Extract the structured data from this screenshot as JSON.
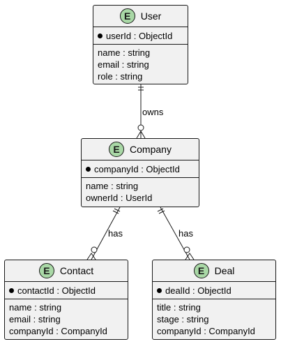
{
  "badge_letter": "E",
  "colors": {
    "entity_fill": "#f1f1f1",
    "badge_fill": "#a9d8a6",
    "border": "#181818"
  },
  "entities": {
    "user": {
      "name": "User",
      "key": "userId : ObjectId",
      "fields": [
        "name : string",
        "email : string",
        "role : string"
      ]
    },
    "company": {
      "name": "Company",
      "key": "companyId : ObjectId",
      "fields": [
        "name : string",
        "ownerId : UserId"
      ]
    },
    "contact": {
      "name": "Contact",
      "key": "contactId : ObjectId",
      "fields": [
        "name : string",
        "email : string",
        "companyId : CompanyId"
      ]
    },
    "deal": {
      "name": "Deal",
      "key": "dealId : ObjectId",
      "fields": [
        "title : string",
        "stage : string",
        "companyId : CompanyId"
      ]
    }
  },
  "relationships": {
    "user_company": "owns",
    "company_contact": "has",
    "company_deal": "has"
  }
}
